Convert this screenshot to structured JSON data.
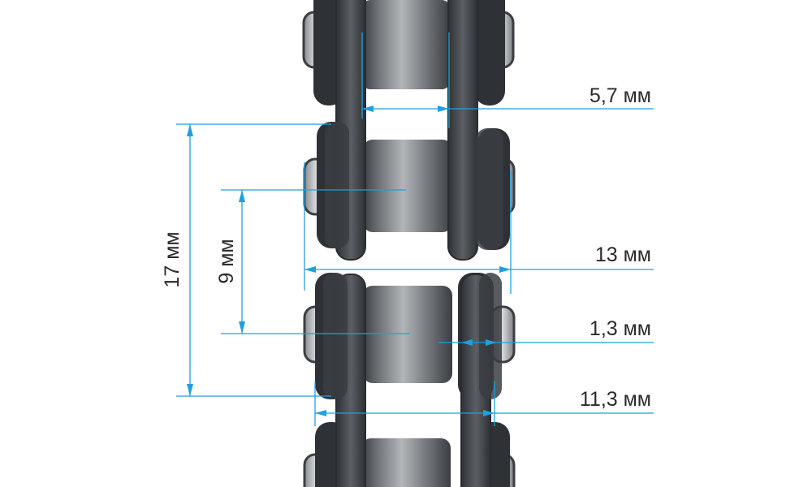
{
  "colors": {
    "dimension": "#1fa0de",
    "text": "#2b2b2b",
    "plate": "#55595e",
    "plate_dark": "#2e3135",
    "roller": "#6f7378",
    "roller_light": "#b2b5b8",
    "pin": "#c6c8ca",
    "background": "#ffffff"
  },
  "dimensions": {
    "roller_width": "5,7 мм",
    "outer_width": "13 мм",
    "plate_thickness": "1,3 мм",
    "inner_width": "11,3 мм",
    "plate_height": "17 мм",
    "roller_diameter": "9 мм"
  }
}
